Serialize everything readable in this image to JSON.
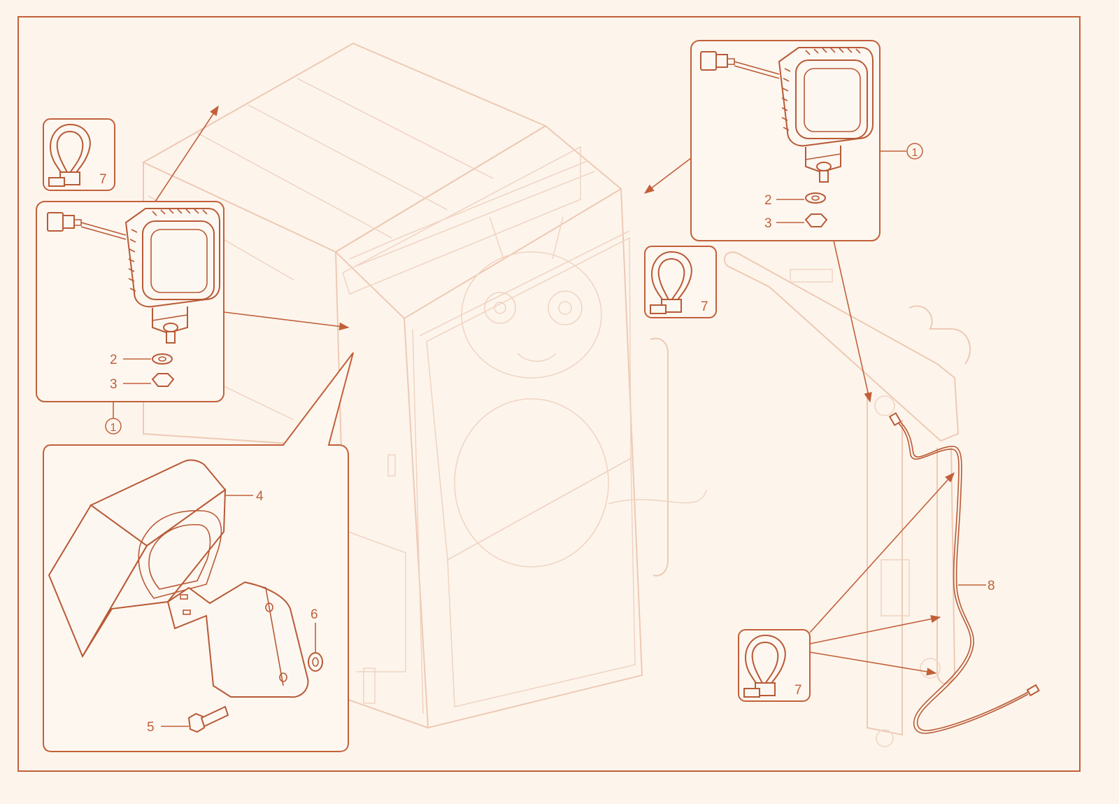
{
  "callouts": {
    "left_lamp_washer": "2",
    "left_lamp_nut": "3",
    "left_lamp_ref": "1",
    "right_lamp_ref": "1",
    "right_lamp_washer": "2",
    "right_lamp_nut": "3",
    "clip_top_left": "7",
    "clip_center": "7",
    "clip_bottom_right": "7",
    "guard": "4",
    "bolt": "5",
    "flange_nut": "6",
    "harness": "8"
  },
  "colors": {
    "accent": "#c2603a",
    "ghost_line": "#eec9b4",
    "background": "#fdf5ec"
  },
  "icons": {
    "work_lamp": "work-lamp-icon",
    "hose_clip": "hose-clip-icon",
    "lamp_guard": "lamp-guard-icon",
    "bolt": "bolt-icon",
    "nut": "nut-icon",
    "washer": "washer-icon",
    "harness": "wire-harness-icon"
  }
}
